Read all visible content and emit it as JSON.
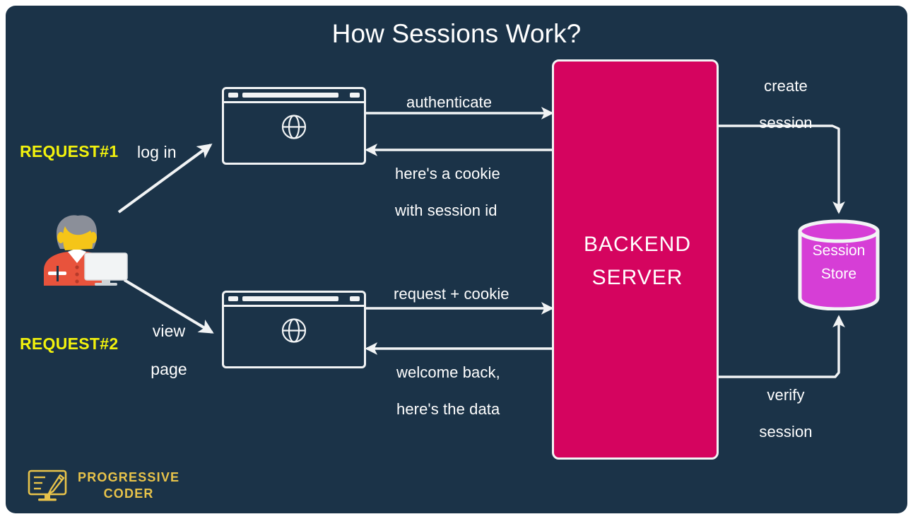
{
  "title": "How Sessions Work?",
  "colors": {
    "background": "#1b3348",
    "stroke": "#f2f4f5",
    "server": "#d5045f",
    "store": "#d63ed6",
    "accent_yellow": "#f2f20d",
    "logo_gold": "#e8c34a"
  },
  "actors": {
    "user_icon": "person-at-computer-icon",
    "browser1": {
      "icon": "globe-icon",
      "name": "browser-window-1"
    },
    "browser2": {
      "icon": "globe-icon",
      "name": "browser-window-2"
    },
    "server": {
      "line1": "BACKEND",
      "line2": "SERVER"
    },
    "store": {
      "line1": "Session",
      "line2": "Store"
    }
  },
  "requests": [
    {
      "tag": "REQUEST#1",
      "action_line1": "log in",
      "action_line2": ""
    },
    {
      "tag": "REQUEST#2",
      "action_line1": "view",
      "action_line2": "page"
    }
  ],
  "flows": {
    "authenticate": "authenticate",
    "cookie_line1": "here's a cookie",
    "cookie_line2": "with session id",
    "request_cookie": "request + cookie",
    "welcome_line1": "welcome back,",
    "welcome_line2": "here's the data",
    "create_line1": "create",
    "create_line2": "session",
    "verify_line1": "verify",
    "verify_line2": "session"
  },
  "logo": {
    "line1": "PROGRESSIVE",
    "line2": "CODER",
    "icon": "monitor-pencil-icon"
  }
}
